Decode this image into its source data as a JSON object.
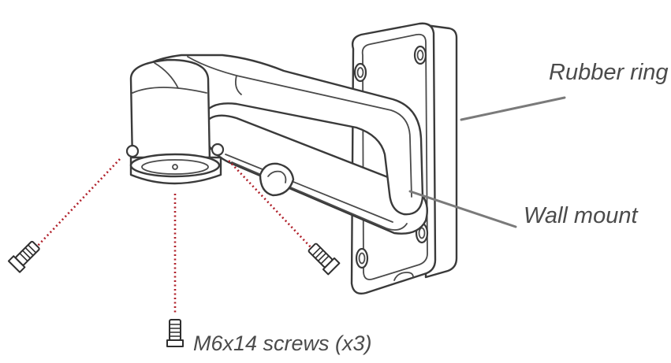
{
  "labels": {
    "rubber_ring": "Rubber ring",
    "wall_mount": "Wall mount",
    "screws": "M6x14 screws (x3)"
  },
  "colors": {
    "label_text": "#4b4b4b",
    "line_art": "#3a3a3a",
    "leader_line": "#7a7a7a",
    "screw_path": "#b0202a"
  },
  "icons": {
    "screw": "hex-bolt-icon"
  }
}
